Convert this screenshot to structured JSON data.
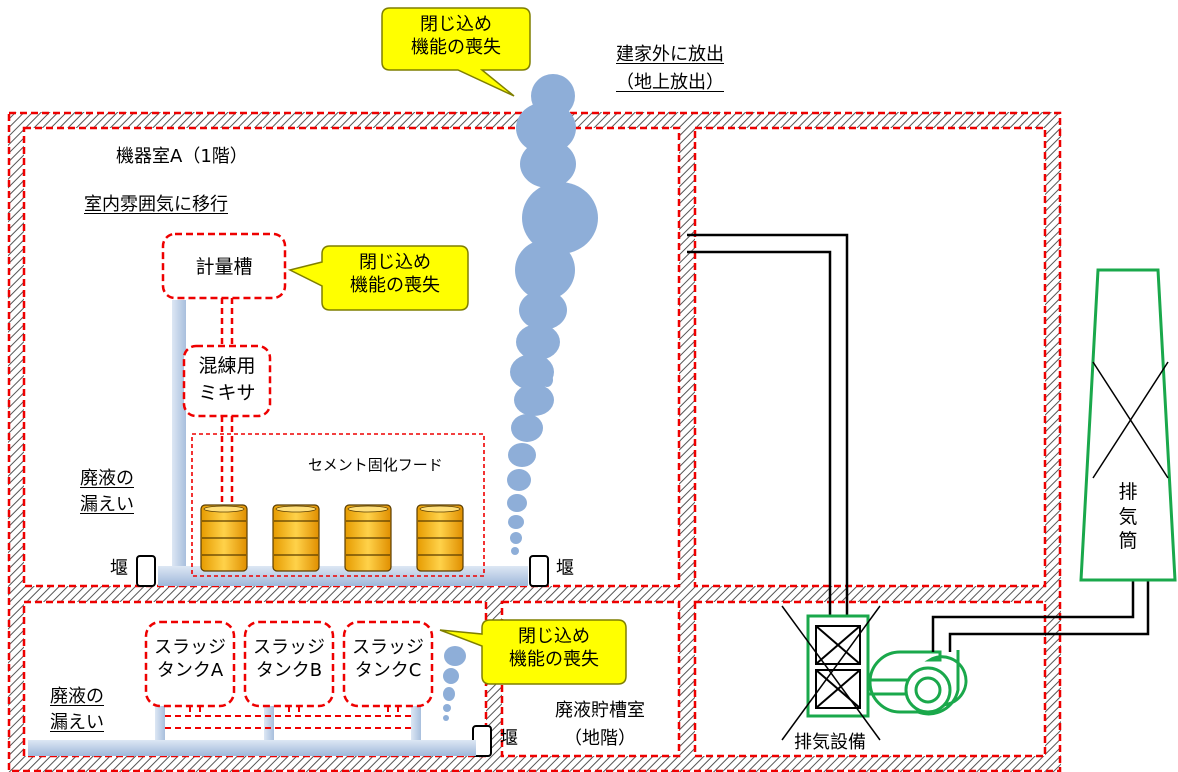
{
  "labels": {
    "release_outside": "建家外に放出",
    "ground_release": "（地上放出）",
    "room_a": "機器室A（1階）",
    "room_atmos": "室内雰囲気に移行",
    "metering_tank": "計量槽",
    "mixer_line1": "混練用",
    "mixer_line2": "ミキサ",
    "cement_hood": "セメント固化フード",
    "leak_upper_1": "廃液の",
    "leak_upper_2": "漏えい",
    "weir_left": "堰",
    "weir_right": "堰",
    "weir_lower": "堰",
    "leak_lower_1": "廃液の",
    "leak_lower_2": "漏えい",
    "storage_room_1": "廃液貯槽室",
    "storage_room_2": "（地階）",
    "exhaust_equipment": "排気設備",
    "stack": "排気筒"
  },
  "callouts": [
    {
      "line1": "閉じ込め",
      "line2": "機能の喪失"
    },
    {
      "line1": "閉じ込め",
      "line2": "機能の喪失"
    },
    {
      "line1": "閉じ込め",
      "line2": "機能の喪失"
    }
  ],
  "tanks": [
    {
      "line1": "スラッジ",
      "line2": "タンクA"
    },
    {
      "line1": "スラッジ",
      "line2": "タンクB"
    },
    {
      "line1": "スラッジ",
      "line2": "タンクC"
    }
  ],
  "colors": {
    "wall_hatch": "#555555",
    "boundary_red": "#ee0000",
    "callout_fill": "#ffff00",
    "callout_border": "#7f7f00",
    "drum_fill": "#ffc000",
    "smoke": "#8eaed8",
    "leak_liquid": "#b8cce4",
    "stack_green": "#1aa84b"
  }
}
